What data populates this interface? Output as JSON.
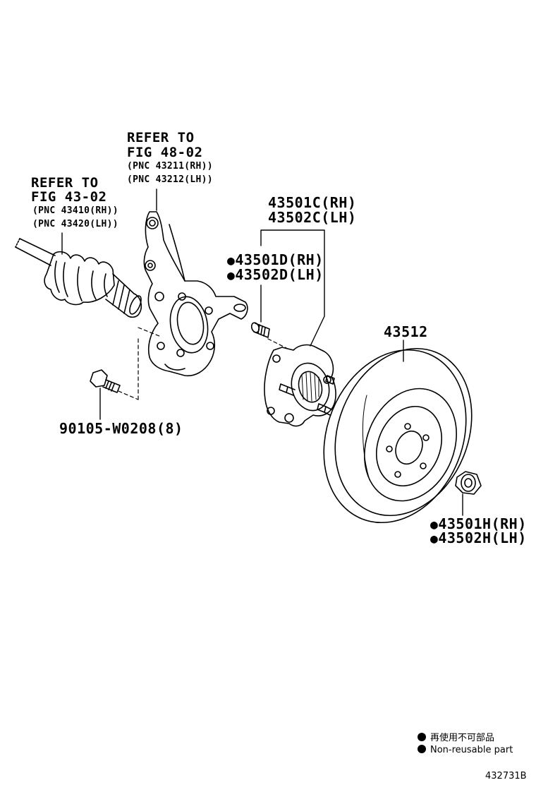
{
  "callouts": {
    "knuckle_refer": [
      "REFER TO",
      "FIG 48-02",
      "(PNC 43211(RH))",
      "(PNC 43212(LH))"
    ],
    "shaft_refer": [
      "REFER TO",
      "FIG 43-02",
      "(PNC 43410(RH))",
      "(PNC 43420(LH))"
    ],
    "hub_assy": [
      "43501C(RH)",
      "43502C(LH)"
    ],
    "hub_bolt": [
      "43501D(RH)",
      "43502D(LH)"
    ],
    "rotor": "43512",
    "knuckle_bolt": "90105-W0208(8)",
    "hub_nut": [
      "43501H(RH)",
      "43502H(LH)"
    ]
  },
  "legend": {
    "japanese": "再使用不可部品",
    "english": "Non-reusable part"
  },
  "figure_number": "432731B"
}
